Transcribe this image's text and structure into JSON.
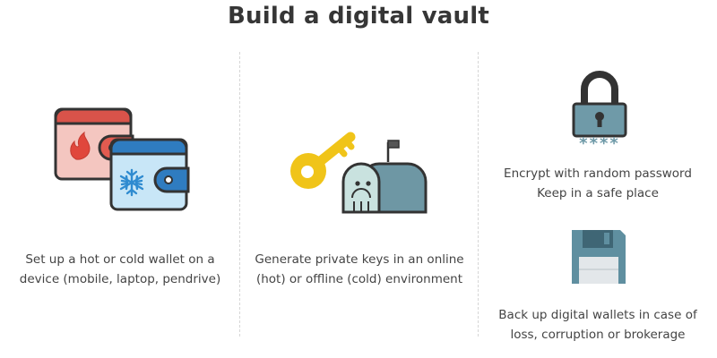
{
  "title": "Build a digital vault",
  "steps": {
    "wallet": {
      "icon": "hot-cold-wallets-icon",
      "line1": "Set up a hot or cold wallet on a",
      "line2": "device (mobile, laptop, pendrive)"
    },
    "keys": {
      "icon": "key-mailbox-icon",
      "line1": "Generate private keys in an online",
      "line2": "(hot) or offline (cold) environment"
    },
    "encrypt": {
      "icon": "padlock-password-icon",
      "password_mask": "****",
      "line1": "Encrypt with random password",
      "line2": "Keep in a safe place"
    },
    "backup": {
      "icon": "floppy-disk-icon",
      "line1": "Back up digital wallets in case of",
      "line2": "loss, corruption or brokerage"
    }
  },
  "colors": {
    "hot_wallet": "#f4c6c0",
    "hot_wallet_band": "#d9534a",
    "cold_wallet": "#c8e6f7",
    "cold_wallet_band": "#2f7cc0",
    "key": "#f0c419",
    "mailbox": "#6e97a4",
    "padlock_body": "#6f9aa8",
    "floppy": "#5f8fa0",
    "outline": "#333333"
  }
}
